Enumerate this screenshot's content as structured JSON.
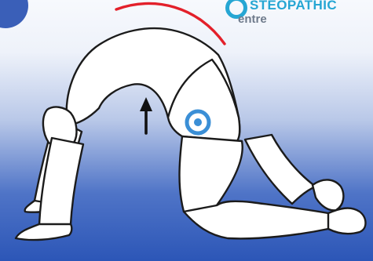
{
  "logo": {
    "line1": "STEOPATHIC",
    "line2": "entre",
    "color_primary": "#26a6d3",
    "color_secondary": "#6f7b8c"
  },
  "illustration": {
    "subject": "person-on-all-fours-arching-back",
    "spine_highlight_color": "#e3202a",
    "arrow_direction": "up",
    "marker_color": "#3b8fd6"
  },
  "colors": {
    "background_top": "#f7f9fd",
    "background_bottom": "#2c56b7"
  }
}
